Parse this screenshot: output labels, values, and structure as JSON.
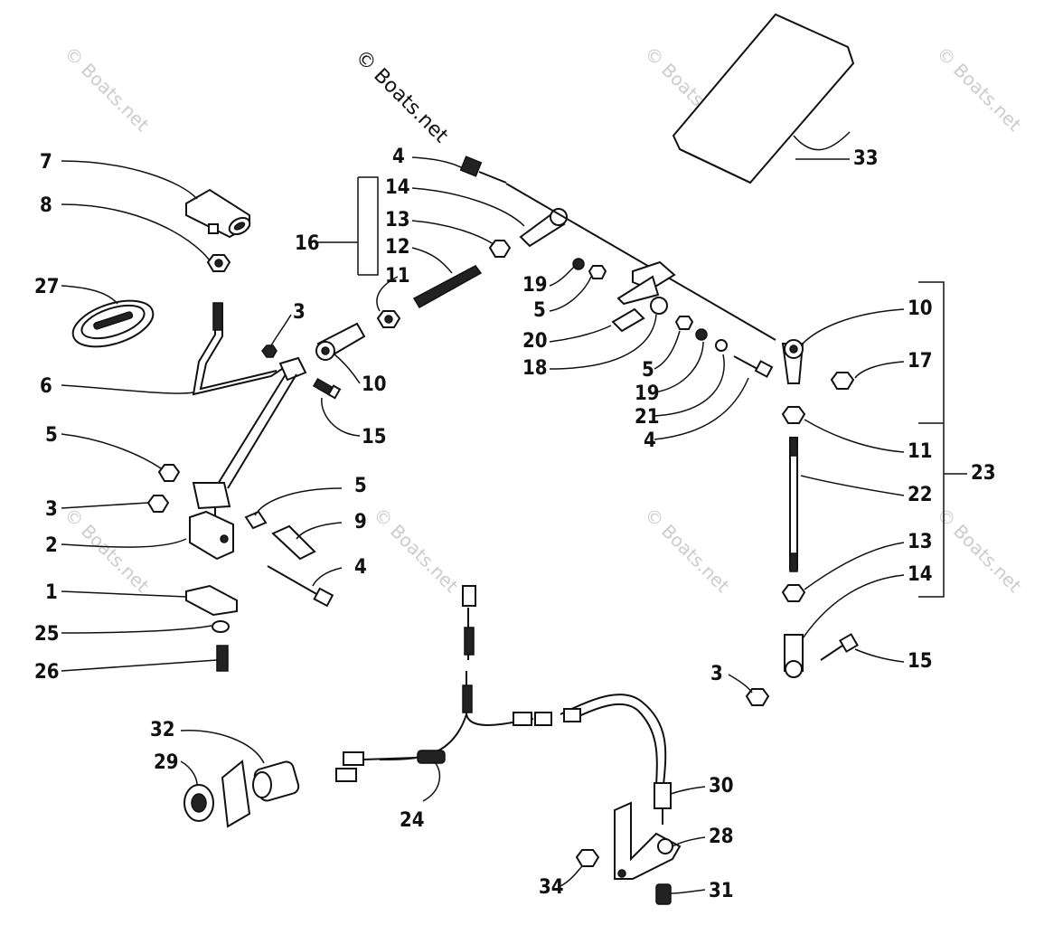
{
  "watermark": {
    "main": "© Boats.net",
    "faint": "© Boats.net"
  },
  "callouts": {
    "c1": "1",
    "c2": "2",
    "c3a": "3",
    "c3b": "3",
    "c3c": "3",
    "c4a": "4",
    "c4b": "4",
    "c4c": "4",
    "c5a": "5",
    "c5b": "5",
    "c5c": "5",
    "c5d": "5",
    "c6": "6",
    "c7": "7",
    "c8": "8",
    "c9": "9",
    "c10a": "10",
    "c10b": "10",
    "c11a": "11",
    "c11b": "11",
    "c12": "12",
    "c13a": "13",
    "c13b": "13",
    "c14a": "14",
    "c14b": "14",
    "c15a": "15",
    "c15b": "15",
    "c16": "16",
    "c17": "17",
    "c18": "18",
    "c19a": "19",
    "c19b": "19",
    "c20": "20",
    "c21": "21",
    "c22": "22",
    "c23": "23",
    "c24": "24",
    "c25": "25",
    "c26": "26",
    "c27": "27",
    "c28": "28",
    "c29": "29",
    "c30": "30",
    "c31": "31",
    "c32": "32",
    "c33": "33",
    "c34": "34"
  }
}
